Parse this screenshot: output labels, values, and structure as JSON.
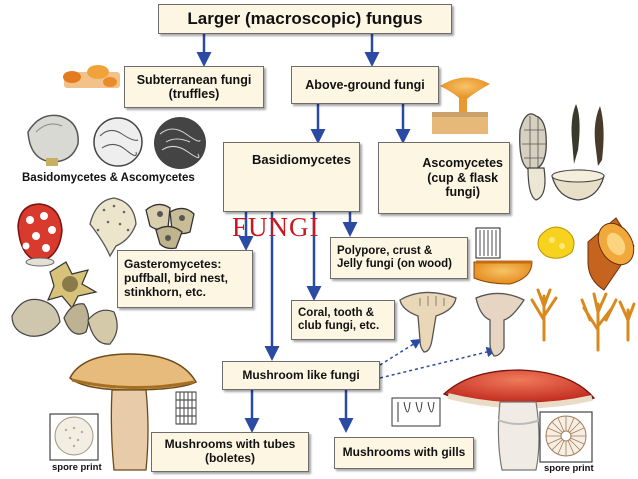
{
  "colors": {
    "arrow": "#2b4aa3",
    "box_fill": "#fdf6e3",
    "overlay_text": "#c9181e",
    "orange_fungus": "#f2a93b",
    "red_fungus": "#cc2a2a",
    "yellow_fungus": "#f7d21e"
  },
  "diagram": {
    "overlay": "FUNGI",
    "nodes": {
      "root": "Larger (macroscopic) fungus",
      "subterranean": "Subterranean fungi\n(truffles)",
      "above_ground": "Above-ground fungi",
      "basidiomycetes": "Basidiomycetes",
      "ascomycetes": "Ascomycetes\n(cup & flask\nfungi)",
      "gasteromycetes": "Gasteromycetes:\npuffball, bird nest,\nstinkhorn, etc.",
      "polypore": "Polypore, crust &\nJelly fungi (on wood)",
      "coral": "Coral, tooth &\nclub fungi, etc.",
      "mushroom_like": "Mushroom like fungi",
      "tubes": "Mushrooms with tubes\n(boletes)",
      "gills": "Mushrooms with gills"
    },
    "labels": {
      "basid_asco": "Basidomycetes & Ascomycetes",
      "spore_print_left": "spore print",
      "spore_print_right": "spore print"
    }
  }
}
